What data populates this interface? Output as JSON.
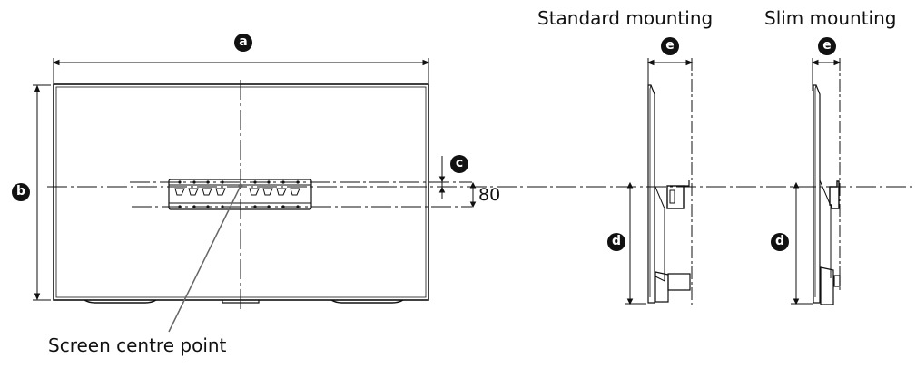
{
  "labels": {
    "standard_mounting": "Standard mounting",
    "slim_mounting": "Slim mounting",
    "screen_centre_point": "Screen centre point",
    "dimension_80": "80"
  },
  "badges": {
    "a": "a",
    "b": "b",
    "c": "c",
    "d_standard": "d",
    "d_slim": "d",
    "e_standard": "e",
    "e_slim": "e"
  },
  "colors": {
    "line": "#111111",
    "leader": "#666666",
    "badge_bg": "#111111",
    "badge_text": "#ffffff"
  }
}
